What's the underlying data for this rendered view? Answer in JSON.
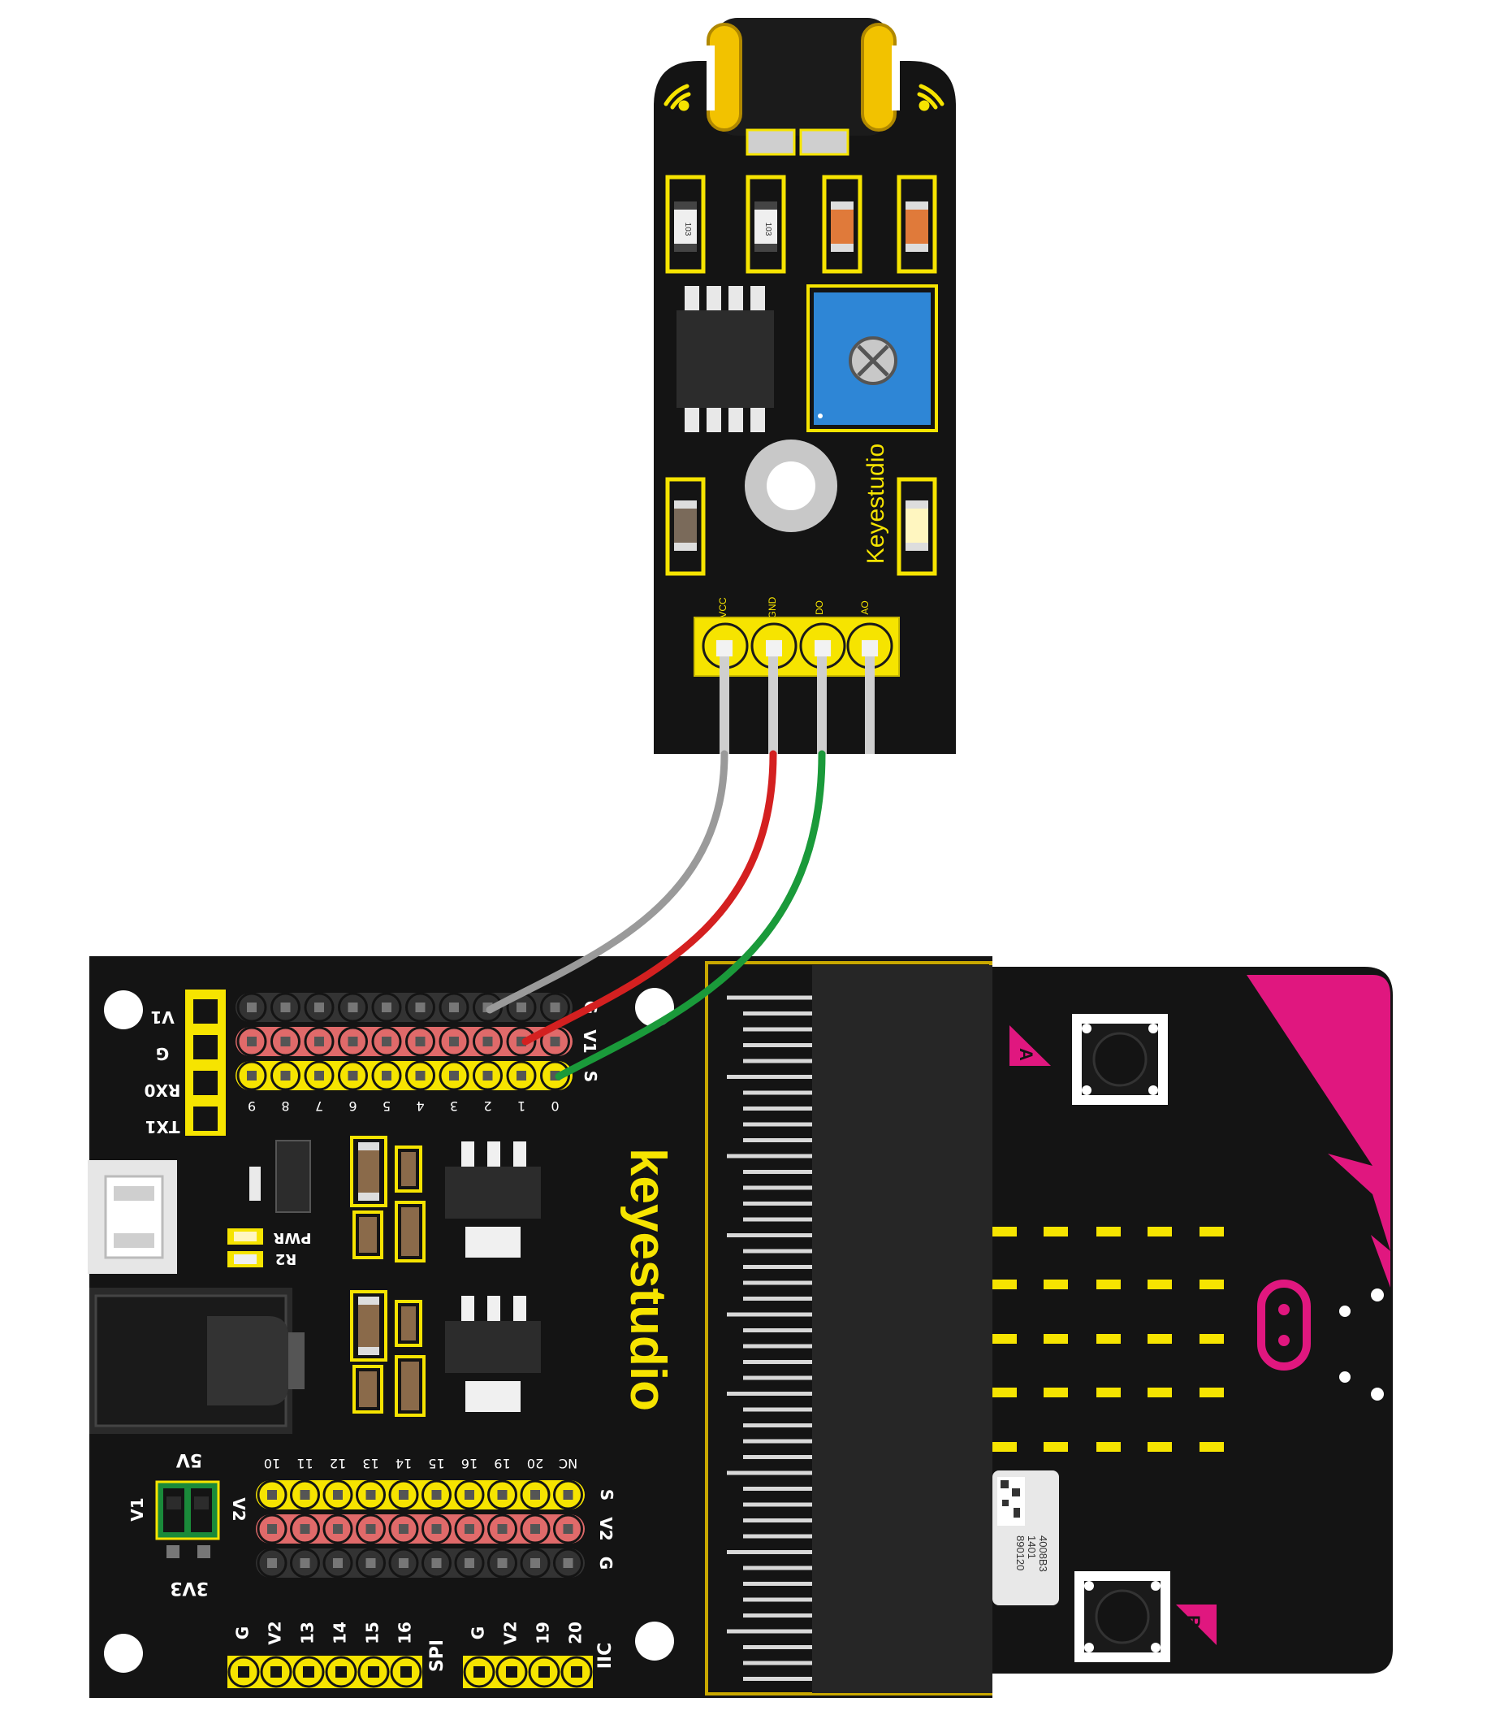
{
  "sensor": {
    "brand": "Keyestudio",
    "resistor_codes": [
      "103",
      "103"
    ],
    "pins": [
      "VCC",
      "GND",
      "DO",
      "AO"
    ]
  },
  "shield": {
    "brand": "keyestudio",
    "left_header": [
      "V1",
      "G",
      "RX0",
      "TX1"
    ],
    "top_rows": [
      "G",
      "V1",
      "S"
    ],
    "top_numbers": [
      "9",
      "8",
      "7",
      "6",
      "5",
      "4",
      "3",
      "2",
      "1",
      "0"
    ],
    "led_label": "PWR",
    "resistor_label": "R2",
    "bottom_numbers": [
      "10",
      "11",
      "12",
      "13",
      "14",
      "15",
      "16",
      "19",
      "20",
      "NC"
    ],
    "bottom_rows": [
      "S",
      "V2",
      "G"
    ],
    "jumper_top": "5V",
    "jumper_left": "V1",
    "jumper_right": "V2",
    "jumper_bottom": "3V3",
    "edge_labels": [
      "G",
      "V2",
      "13",
      "14",
      "15",
      "16"
    ],
    "spi_label": "SPI",
    "edge_labels_2": [
      "G",
      "V2",
      "19",
      "20"
    ],
    "iic_label": "IIC"
  },
  "microbit": {
    "button_a": "A",
    "button_b": "B",
    "chip_text": [
      "4008B3",
      "1401",
      "890120"
    ]
  },
  "wires": {
    "gray": "#9a9a9a",
    "red": "#d42020",
    "green": "#1a9a3a"
  },
  "colors": {
    "pcb": "#141414",
    "silk": "#f6e400",
    "pin_red": "#e06a6a",
    "pink": "#e0177f",
    "pot": "#2e86d6"
  }
}
